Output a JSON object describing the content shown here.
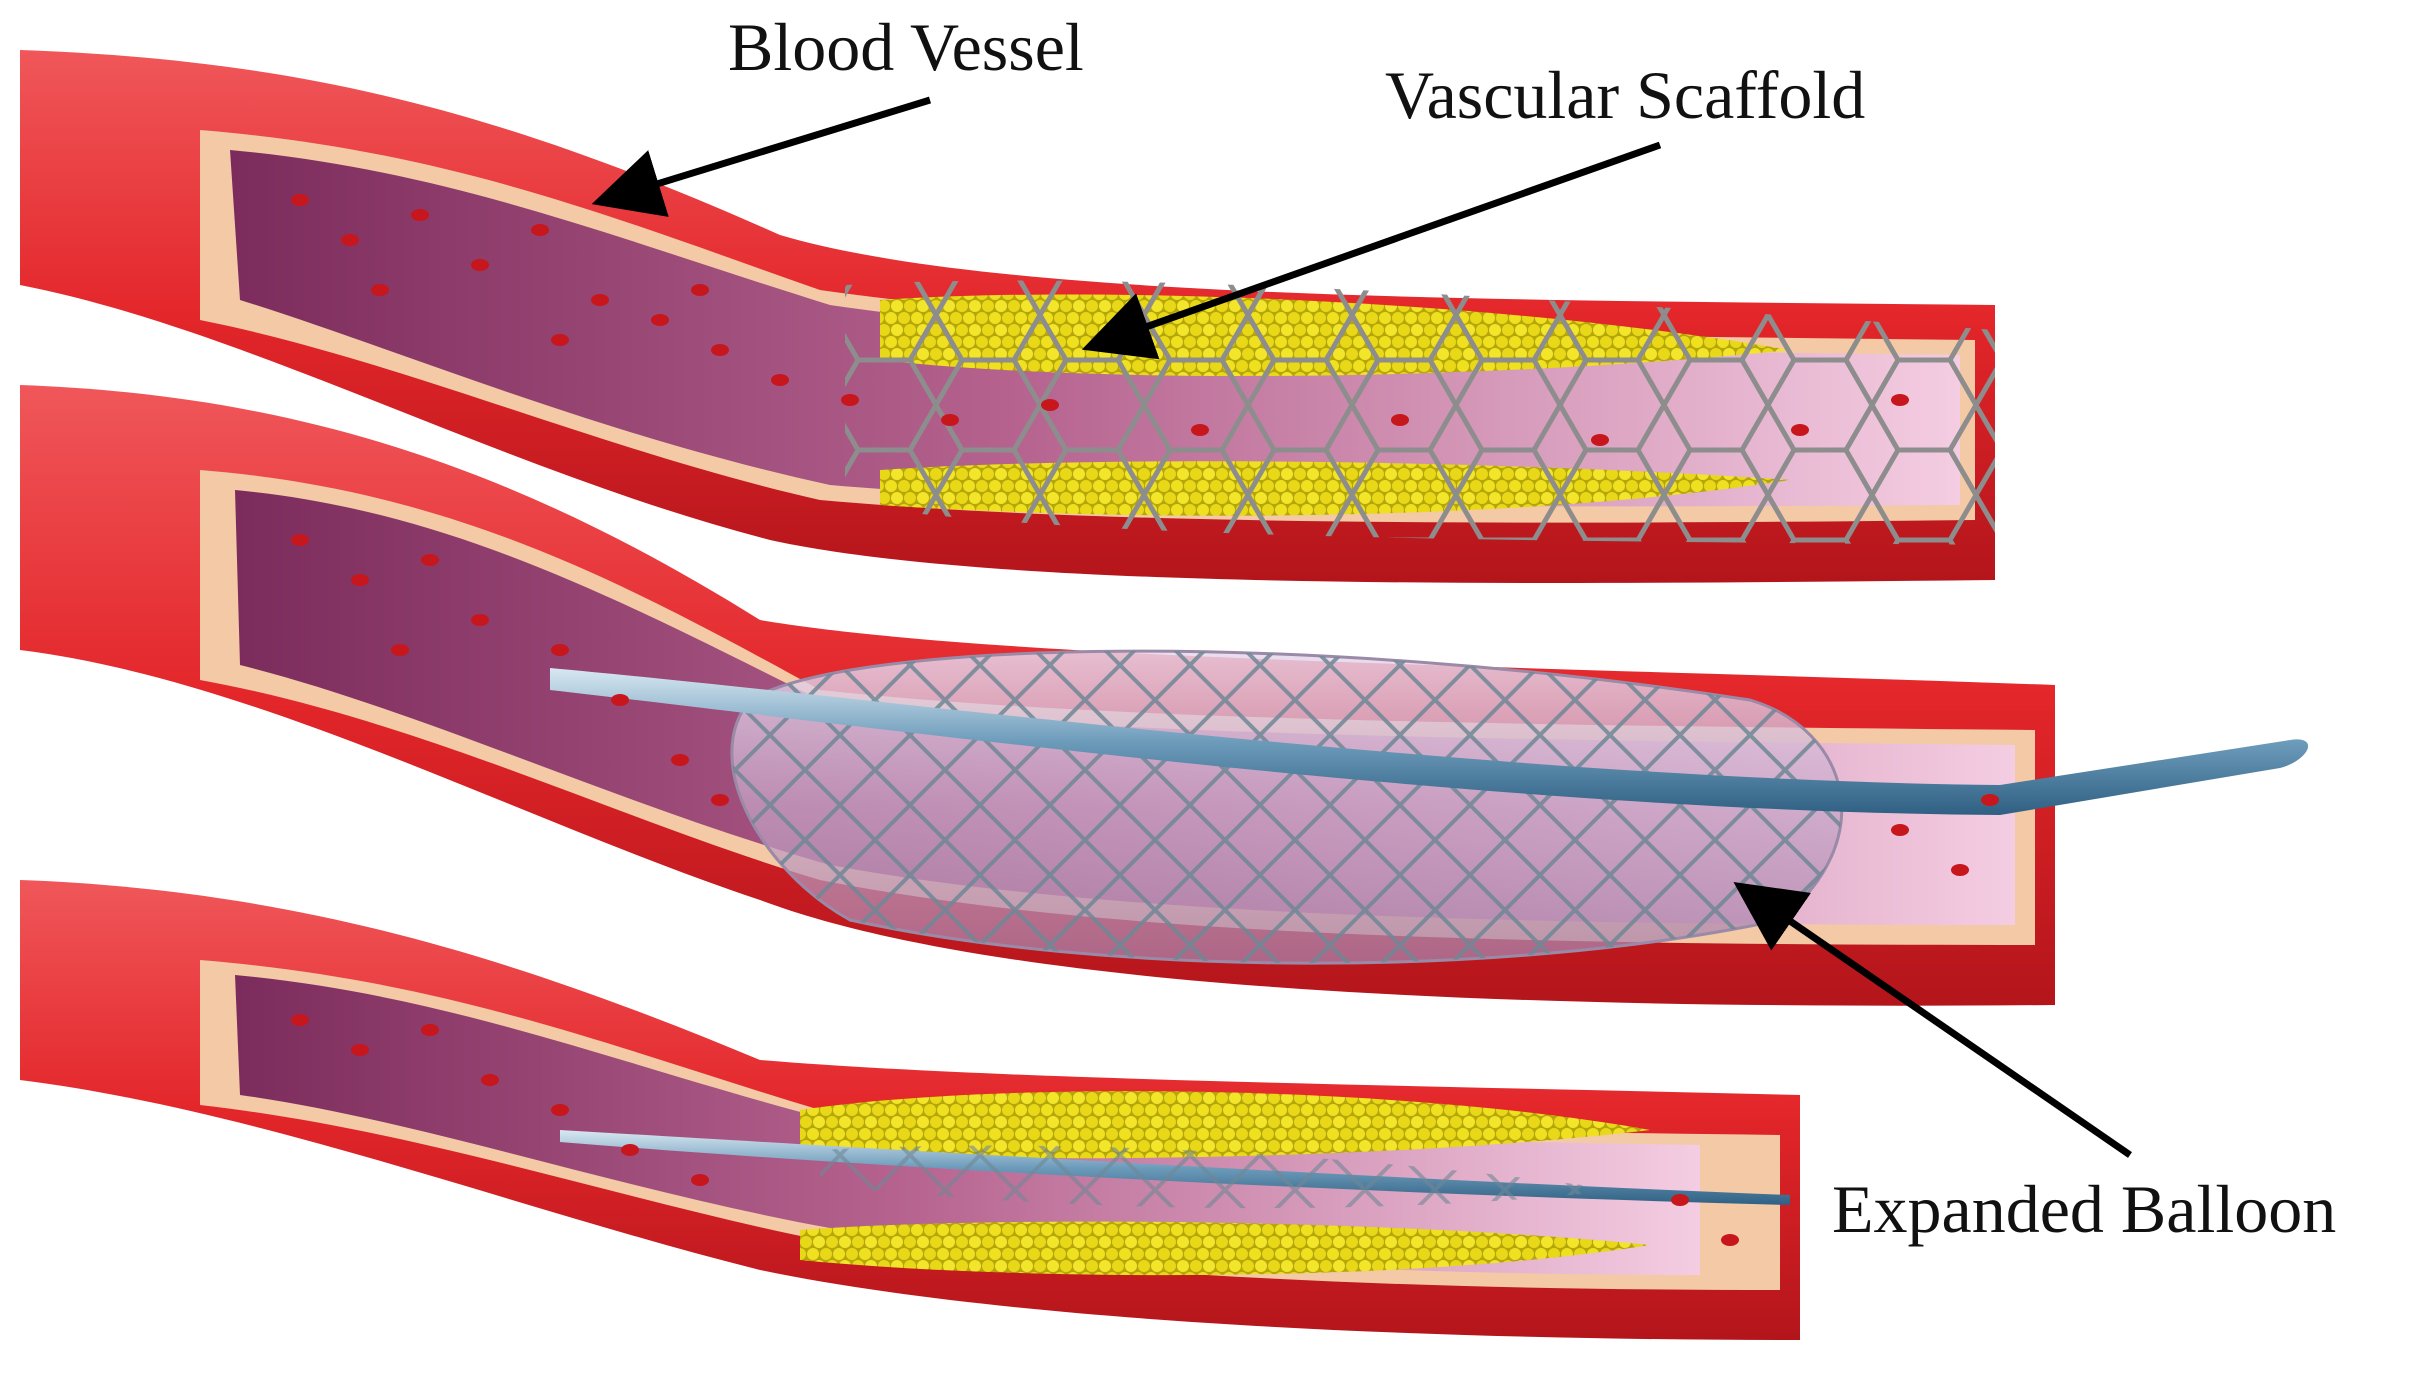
{
  "labels": {
    "blood_vessel": "Blood Vessel",
    "vascular_scaffold": "Vascular Scaffold",
    "expanded_balloon": "Expanded Balloon"
  },
  "colors": {
    "vessel_red": "#e3262a",
    "vessel_dark": "#b3151b",
    "lumen_purple": "#a8527e",
    "lumen_pink": "#f2c4dd",
    "plaque_yellow": "#e6d515",
    "plaque_dark": "#9c8f08",
    "inner_wall": "#f3c9a6",
    "scaffold_gray": "#8d8d8d",
    "balloon_blue": "#5f8fae",
    "arrow": "#000000"
  },
  "icons": {
    "blood_cell": "red-blood-cell-icon",
    "plaque_particle": "plaque-particle-icon"
  }
}
